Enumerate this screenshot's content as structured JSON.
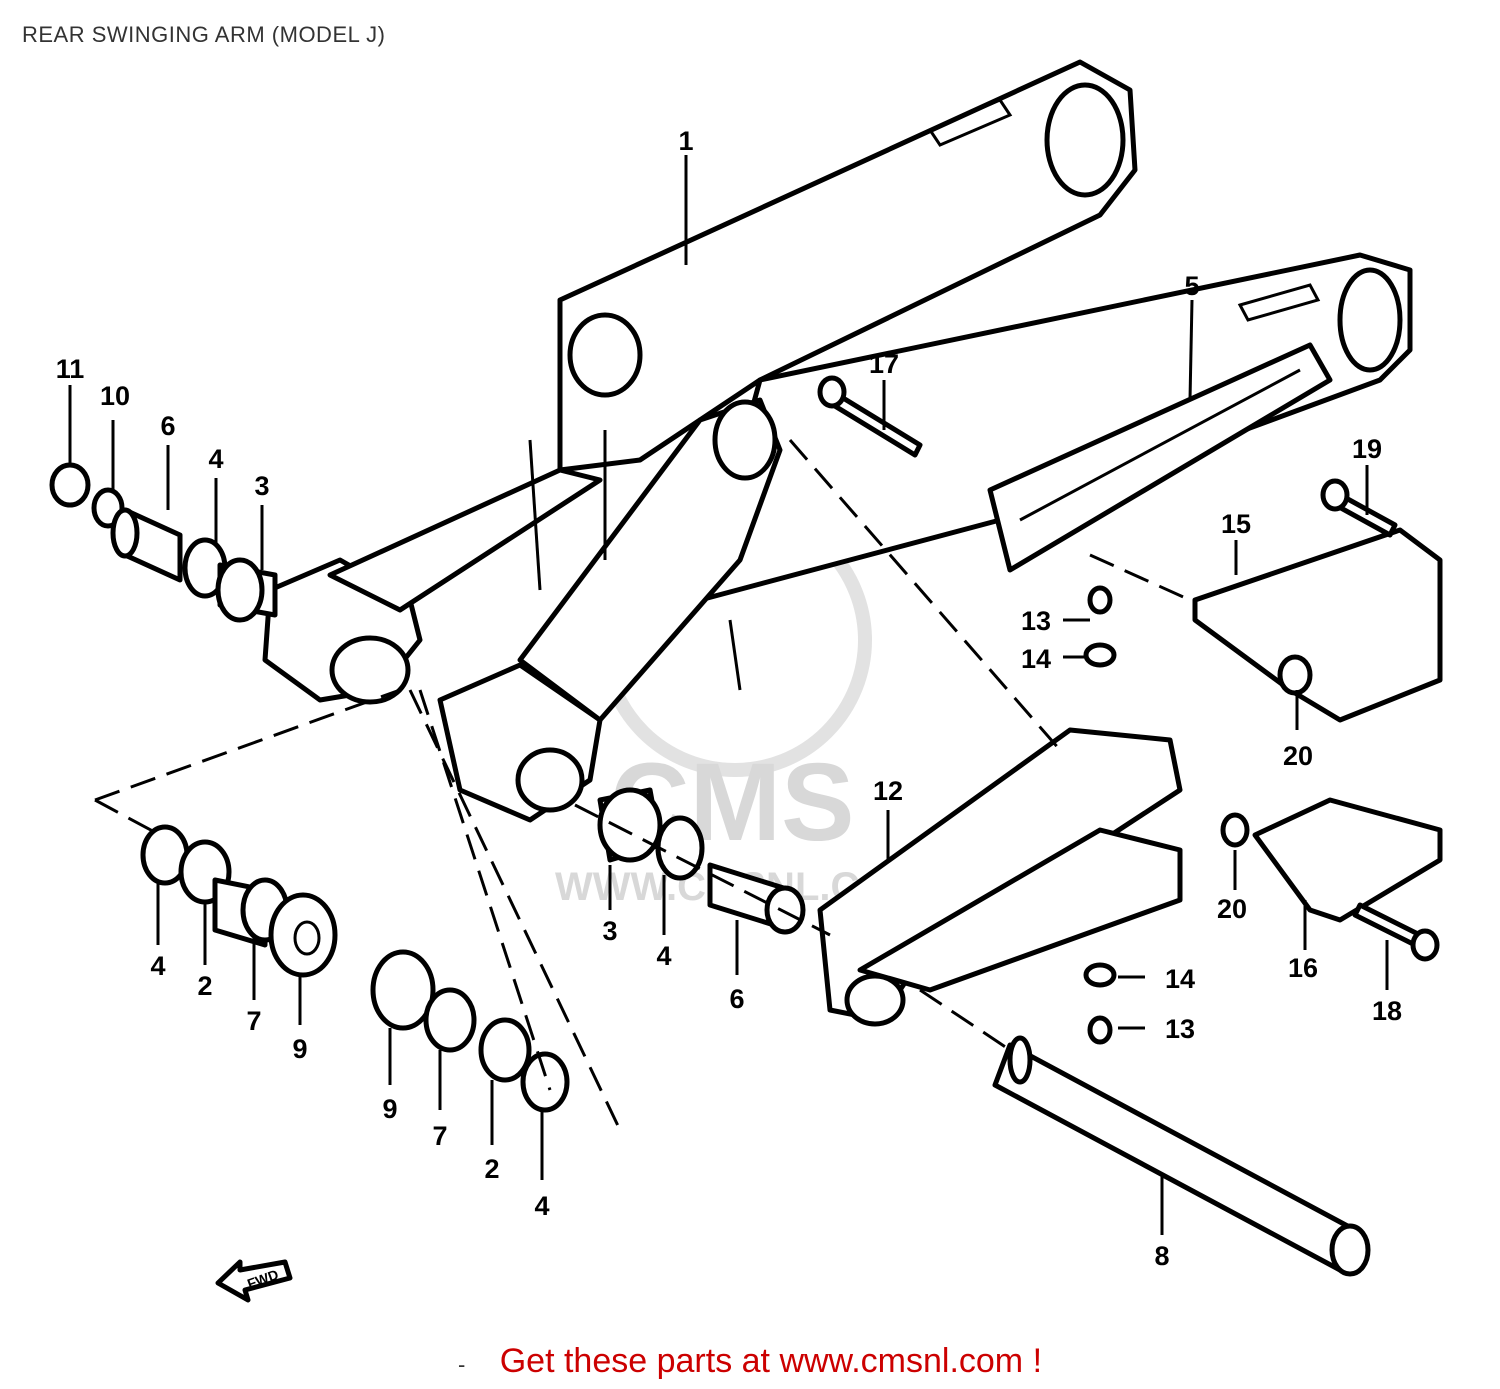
{
  "title": "REAR SWINGING ARM (MODEL J)",
  "watermark": {
    "brand": "CMS",
    "url": "WWW.CMSNL.COM"
  },
  "fwd_mark": "FWD",
  "labels": {
    "l1": "1",
    "l2a": "2",
    "l2b": "2",
    "l3a": "3",
    "l3b": "3",
    "l4a": "4",
    "l4b": "4",
    "l4c": "4",
    "l4d": "4",
    "l5": "5",
    "l6a": "6",
    "l6b": "6",
    "l7a": "7",
    "l7b": "7",
    "l8": "8",
    "l9a": "9",
    "l9b": "9",
    "l10": "10",
    "l11": "11",
    "l12": "12",
    "l13a": "13",
    "l13b": "13",
    "l14a": "14",
    "l14b": "14",
    "l15": "15",
    "l16": "16",
    "l17": "17",
    "l18": "18",
    "l19": "19",
    "l20a": "20",
    "l20b": "20"
  },
  "footer": {
    "dash": "-",
    "link_text": "Get these parts at www.cmsnl.com !"
  },
  "colors": {
    "link": "#cc0000",
    "line": "#000000",
    "watermark": "#d8d8d8"
  }
}
